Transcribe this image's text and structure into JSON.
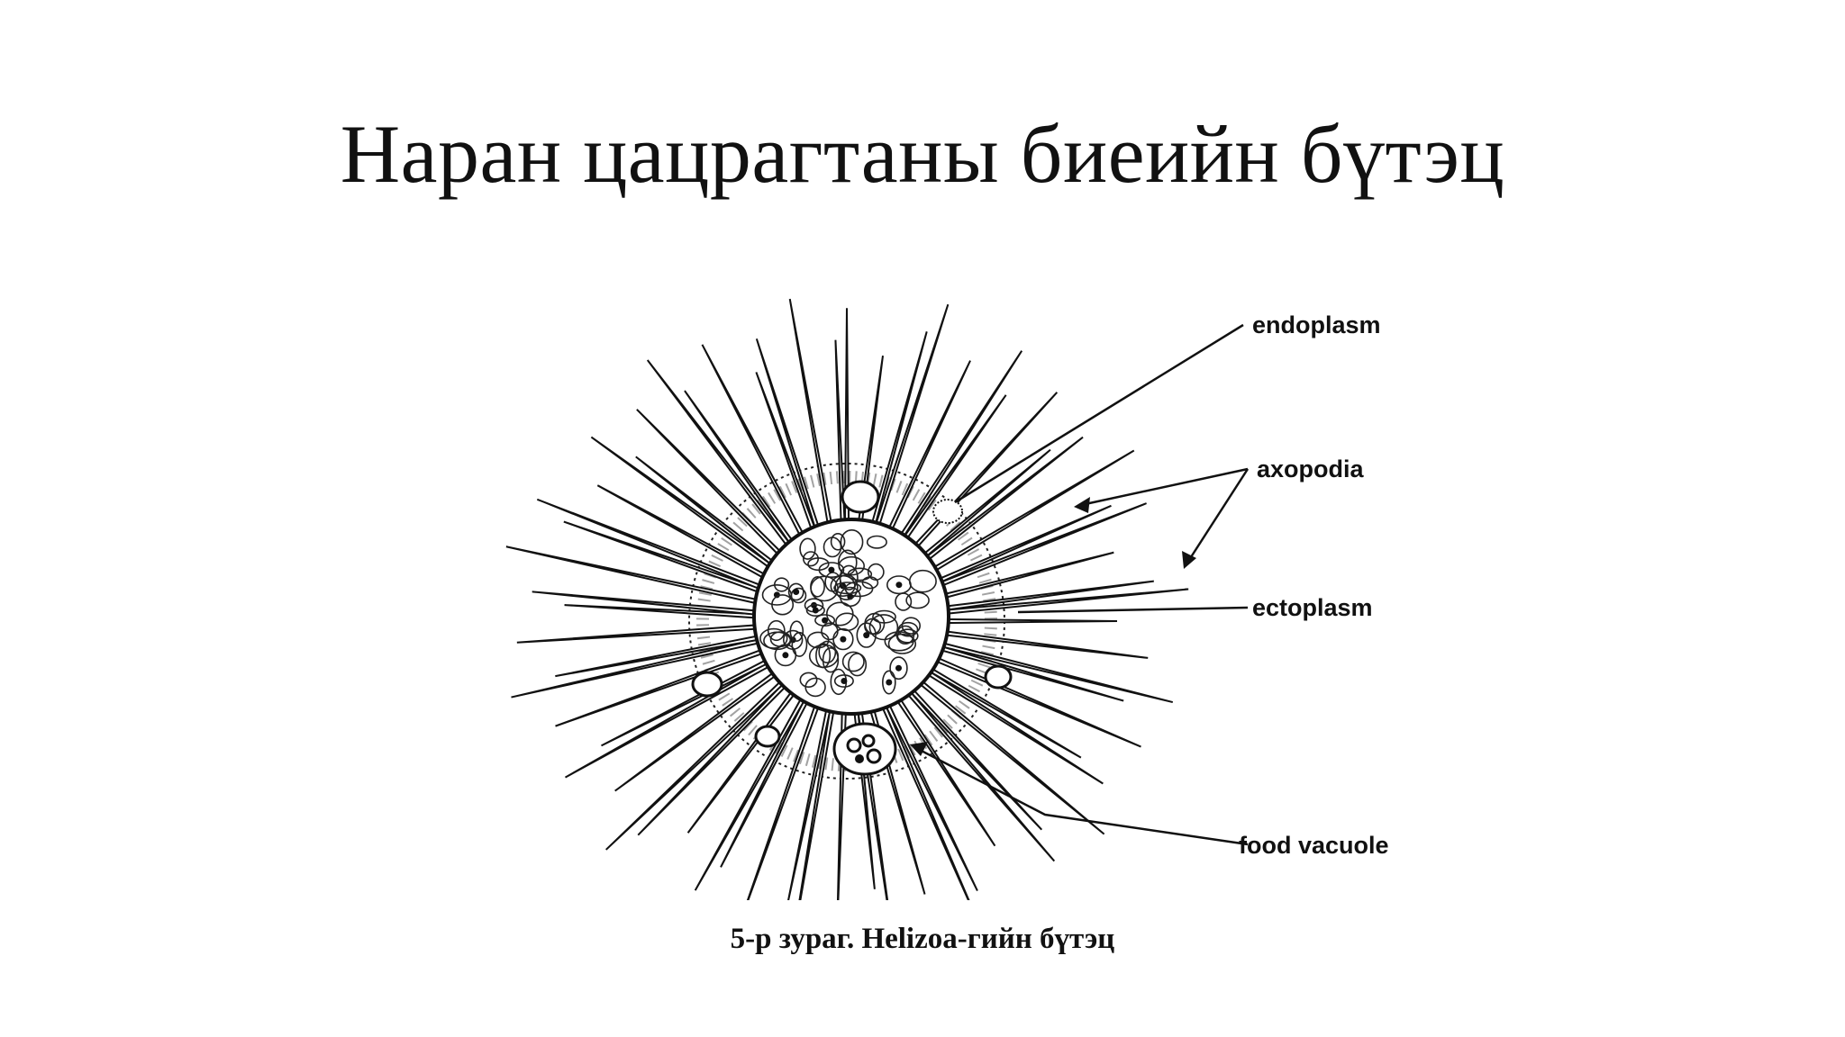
{
  "slide": {
    "title": "Наран цацрагтаны биеийн бүтэц",
    "caption": "5-р зураг. Helizoa-гийн бүтэц"
  },
  "diagram": {
    "labels": {
      "endoplasm": "endoplasm",
      "axopodia": "axopodia",
      "ectoplasm": "ectoplasm",
      "food_vacuole": "food vacuole"
    }
  }
}
